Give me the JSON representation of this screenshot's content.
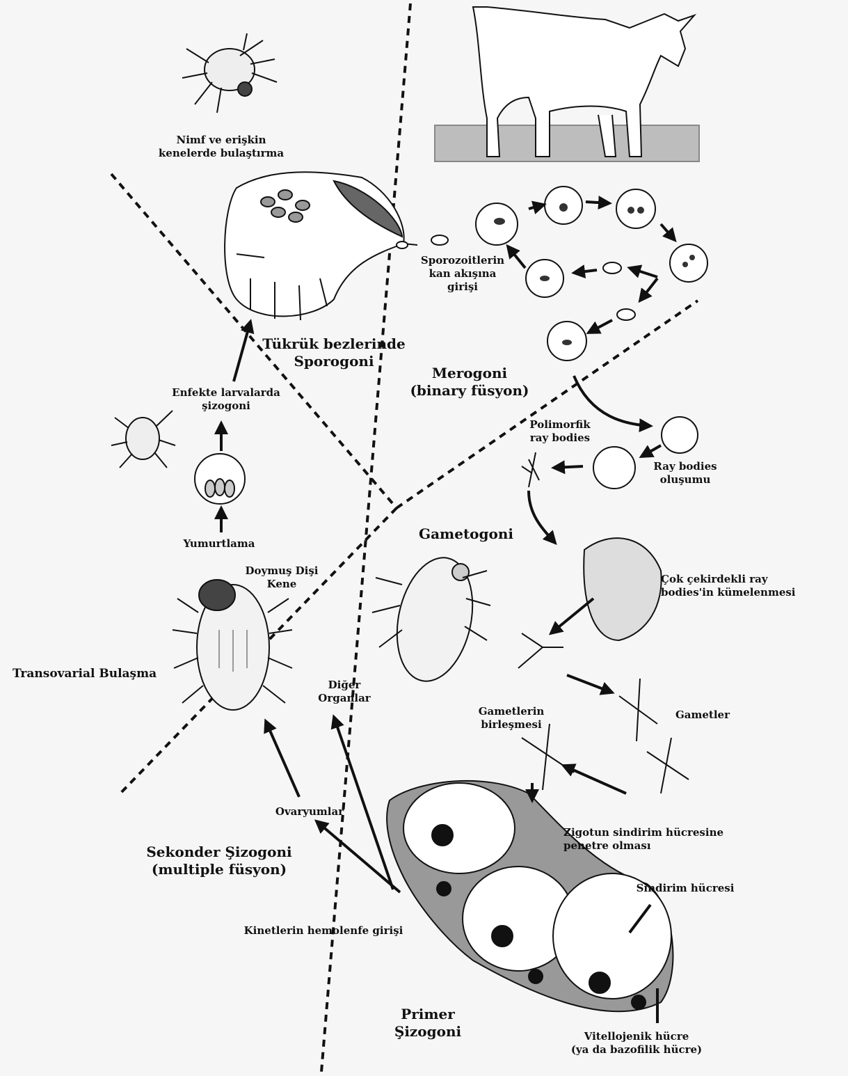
{
  "labels": {
    "nimf": "Nimf ve erişkin\nkenelerde bulaştırma",
    "tukruk": "Tükrük bezlerinde\nSporogoni",
    "enfekte": "Enfekte larvalarda\nşizogoni",
    "yumurtlama": "Yumurtlama",
    "doymus": "Doymuş Dişi\nKene",
    "transovarial": "Transovarial Bulaşma",
    "diger": "Diğer\nOrganlar",
    "ovaryumlar": "Ovaryumlar",
    "sekonder": "Sekonder Şizogoni\n(multiple füsyon)",
    "kinetlerin": "Kinetlerin hemolenfe girişi",
    "primer": "Primer\nŞizogoni",
    "sporozoitlerin": "Sporozoitlerin\nkan akışına\ngirişi",
    "merogoni": "Merogoni\n(binary füsyon)",
    "polimorfik": "Polimorfik\nray bodies",
    "raybodies": "Ray bodies\noluşumu",
    "gametogoni": "Gametogoni",
    "cok": "Çok çekirdekli ray\nbodies'in kümelenmesi",
    "gametlerin": "Gametlerin\nbirleşmesi",
    "gametler": "Gametler",
    "zigotun": "Zigotun sindirim hücresine\npenetre olması",
    "sindirim": "Sindirim hücresi",
    "vitellojenik": "Vitellojenik hücre\n(ya da bazofilik hücre)"
  },
  "icons": [
    "cow-illustration",
    "tick-icon",
    "larva-icon",
    "engorged-tick-icon",
    "salivary-gland-illustration",
    "egg-icon",
    "erythrocyte-icon",
    "ray-body-icon",
    "gamete-icon",
    "gut-cell-illustration"
  ],
  "colors": {
    "ink": "#111111",
    "paper": "#f6f6f6"
  }
}
